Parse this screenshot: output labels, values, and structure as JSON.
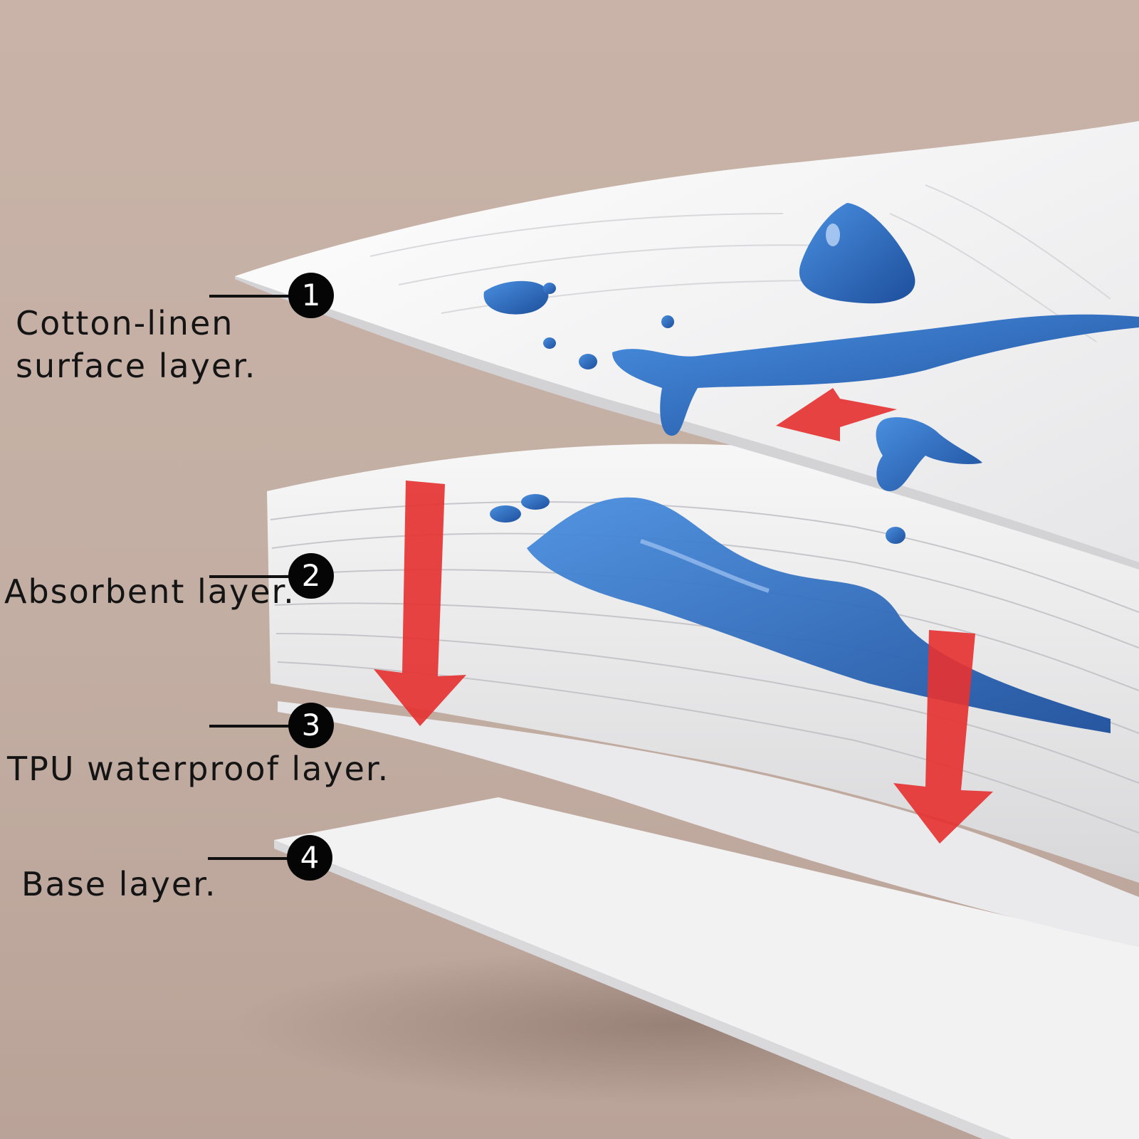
{
  "layers": [
    {
      "number": "1",
      "label_line1": "Cotton-linen",
      "label_line2": "surface layer."
    },
    {
      "number": "2",
      "label_line1": "Absorbent layer."
    },
    {
      "number": "3",
      "label_line1": "TPU waterproof layer."
    },
    {
      "number": "4",
      "label_line1": "Base layer."
    }
  ],
  "colors": {
    "background": "#c4b0a5",
    "fabric": "#f4f4f4",
    "liquid": "#2f6fc4",
    "arrow": "#e53332",
    "badge": "#050505"
  }
}
